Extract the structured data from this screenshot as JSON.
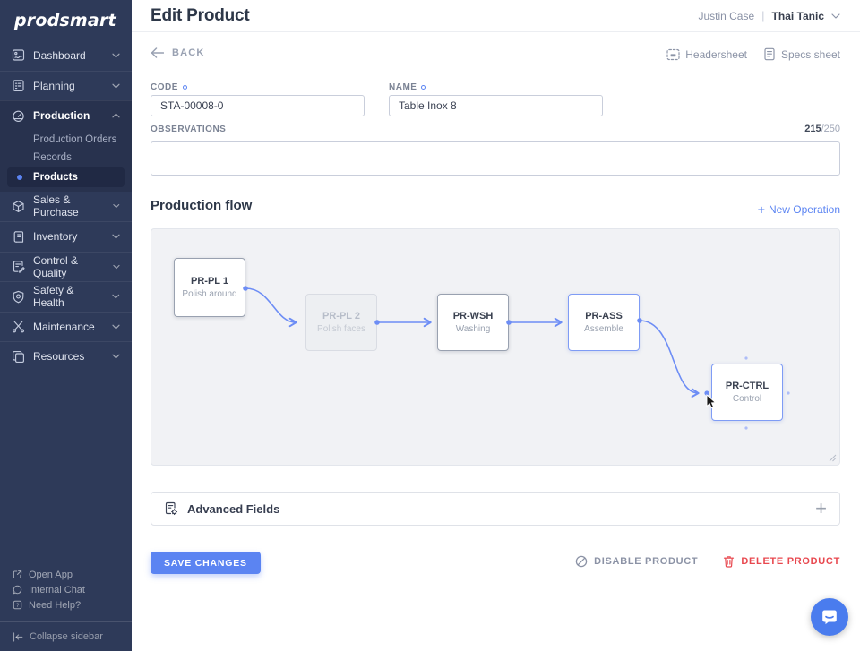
{
  "accent_color": "#5b84f2",
  "sidebar_bg_color": "#2e3a59",
  "icons": {
    "plus": "+",
    "divider": "|"
  },
  "sidebar": {
    "logo": "prodsmart",
    "items": [
      {
        "label": "Dashboard",
        "icon": "dashboard-icon"
      },
      {
        "label": "Planning",
        "icon": "planning-icon"
      },
      {
        "label": "Production",
        "icon": "production-icon",
        "expanded": true
      },
      {
        "label": "Sales & Purchase",
        "icon": "package-icon"
      },
      {
        "label": "Inventory",
        "icon": "inventory-icon"
      },
      {
        "label": "Control & Quality",
        "icon": "clipboard-pencil-icon"
      },
      {
        "label": "Safety & Health",
        "icon": "shield-icon"
      },
      {
        "label": "Maintenance",
        "icon": "tools-icon"
      },
      {
        "label": "Resources",
        "icon": "copy-icon"
      }
    ],
    "production_children": [
      {
        "label": "Production Orders",
        "selected": false
      },
      {
        "label": "Records",
        "selected": false
      },
      {
        "label": "Products",
        "selected": true
      }
    ],
    "footer_links": [
      {
        "label": "Open App",
        "icon": "external-link-icon"
      },
      {
        "label": "Internal Chat",
        "icon": "chat-bubble-icon"
      },
      {
        "label": "Need Help?",
        "icon": "help-icon"
      }
    ],
    "collapse_label": "Collapse sidebar"
  },
  "header": {
    "title": "Edit Product",
    "user_name": "Justin Case",
    "org_name": "Thai Tanic"
  },
  "toolbar": {
    "back_label": "BACK",
    "headersheet_label": "Headersheet",
    "specs_label": "Specs sheet"
  },
  "form": {
    "code_label": "CODE",
    "code_value": "STA-00008-0",
    "name_label": "NAME",
    "name_value": "Table Inox 8",
    "observations_label": "OBSERVATIONS",
    "observations_value": "",
    "char_current": "215",
    "char_limit": "/250"
  },
  "flow": {
    "title": "Production flow",
    "new_operation_label": "New Operation",
    "nodes": [
      {
        "code": "PR-PL 1",
        "name": "Polish around",
        "state": "normal"
      },
      {
        "code": "PR-PL 2",
        "name": "Polish faces",
        "state": "disabled"
      },
      {
        "code": "PR-WSH",
        "name": "Washing",
        "state": "normal"
      },
      {
        "code": "PR-ASS",
        "name": "Assemble",
        "state": "selected"
      },
      {
        "code": "PR-CTRL",
        "name": "Control",
        "state": "selected"
      }
    ],
    "edges": [
      {
        "from": "PR-PL 1",
        "to": "PR-PL 2"
      },
      {
        "from": "PR-PL 2",
        "to": "PR-WSH"
      },
      {
        "from": "PR-WSH",
        "to": "PR-ASS"
      },
      {
        "from": "PR-ASS",
        "to": "PR-CTRL"
      }
    ]
  },
  "advanced": {
    "label": "Advanced Fields"
  },
  "actions": {
    "save_label": "SAVE CHANGES",
    "disable_label": "DISABLE PRODUCT",
    "delete_label": "DELETE PRODUCT"
  }
}
